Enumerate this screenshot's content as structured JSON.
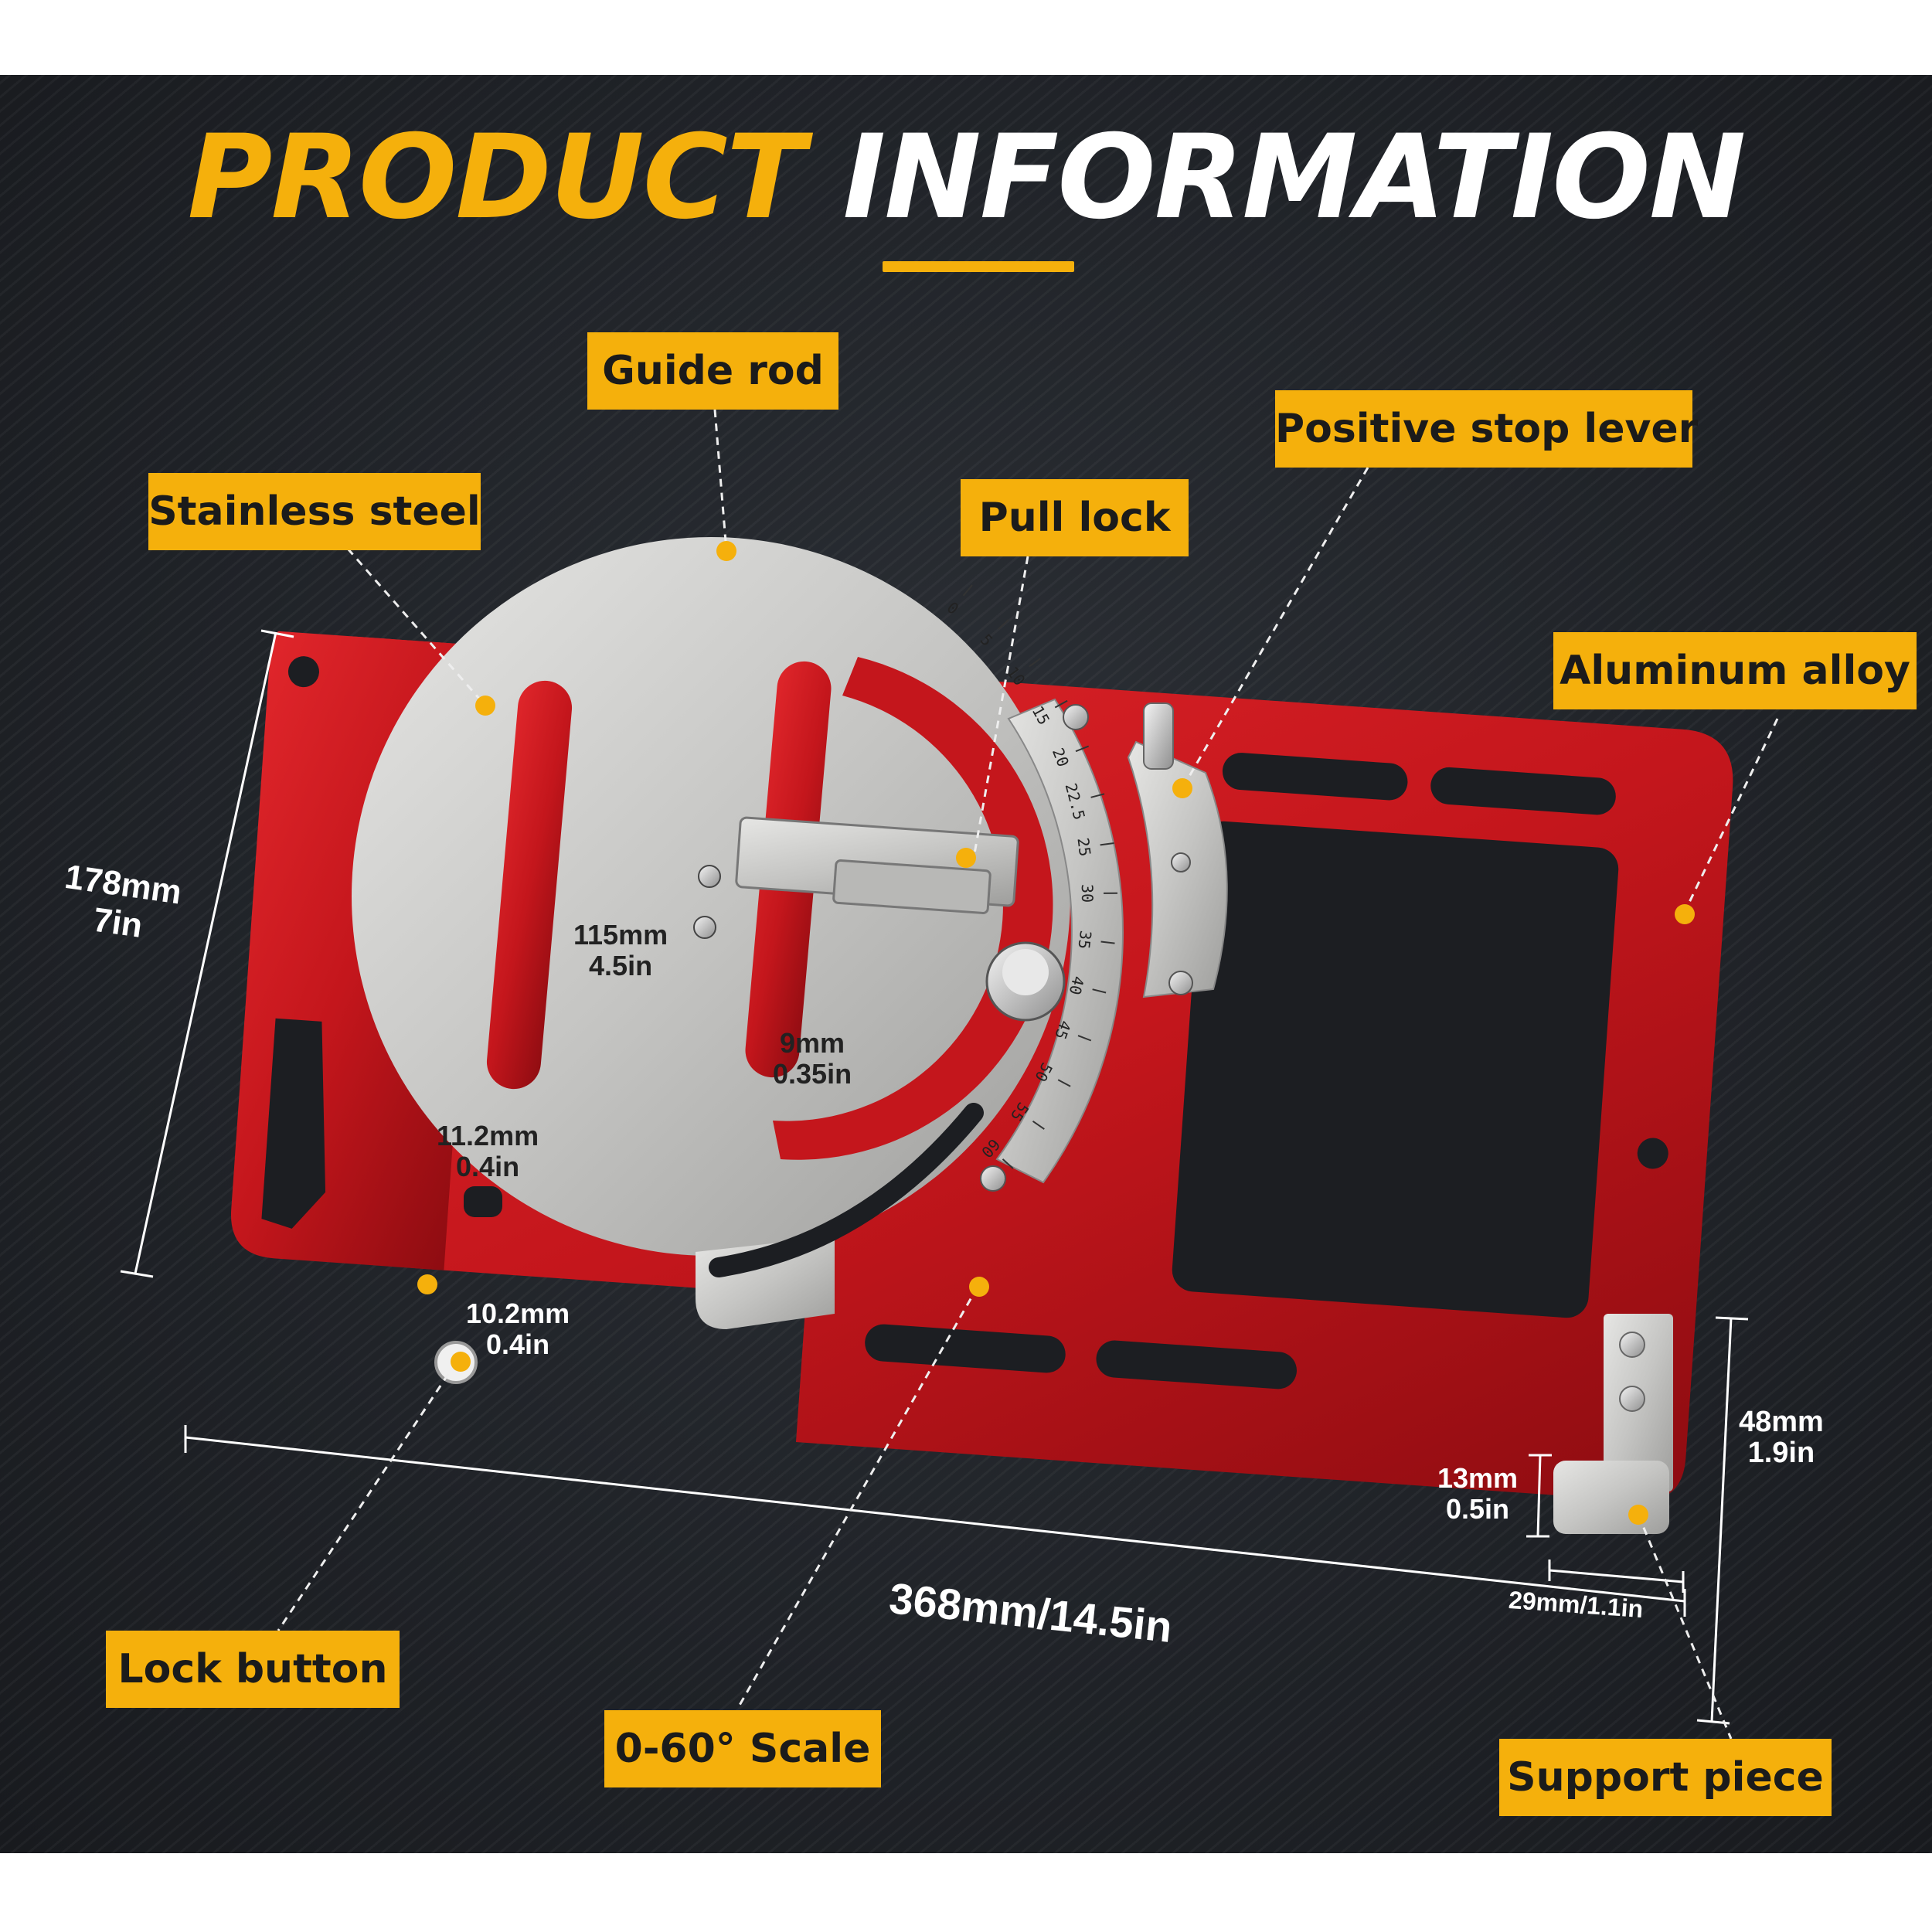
{
  "title": {
    "part1": "PRODUCT",
    "part2": "INFORMATION"
  },
  "callouts": {
    "guide_rod": "Guide rod",
    "positive_stop_lever": "Positive stop lever",
    "stainless_steel": "Stainless steel",
    "pull_lock": "Pull lock",
    "aluminum_alloy": "Aluminum alloy",
    "lock_button": "Lock button",
    "scale": "0-60° Scale",
    "support_piece": "Support piece"
  },
  "dimensions": {
    "height_mm": "178mm",
    "height_in": "7in",
    "slot_len_mm": "115mm",
    "slot_len_in": "4.5in",
    "slot_w_mm": "9mm",
    "slot_w_in": "0.35in",
    "notch_mm": "11.2mm",
    "notch_in": "0.4in",
    "hook_mm": "10.2mm",
    "hook_in": "0.4in",
    "length": "368mm/14.5in",
    "support_h_mm": "48mm",
    "support_h_in": "1.9in",
    "support_t_mm": "13mm",
    "support_t_in": "0.5in",
    "support_w": "29mm/1.1in"
  },
  "scale_ticks": [
    "0",
    "5",
    "10",
    "15",
    "20",
    "22.5",
    "25",
    "30",
    "35",
    "40",
    "45",
    "50",
    "55",
    "60"
  ],
  "colors": {
    "accent": "#f5b00c",
    "background": "#1f2227",
    "aluminum_red": "#c4161c",
    "steel": "#c9c9c7"
  }
}
